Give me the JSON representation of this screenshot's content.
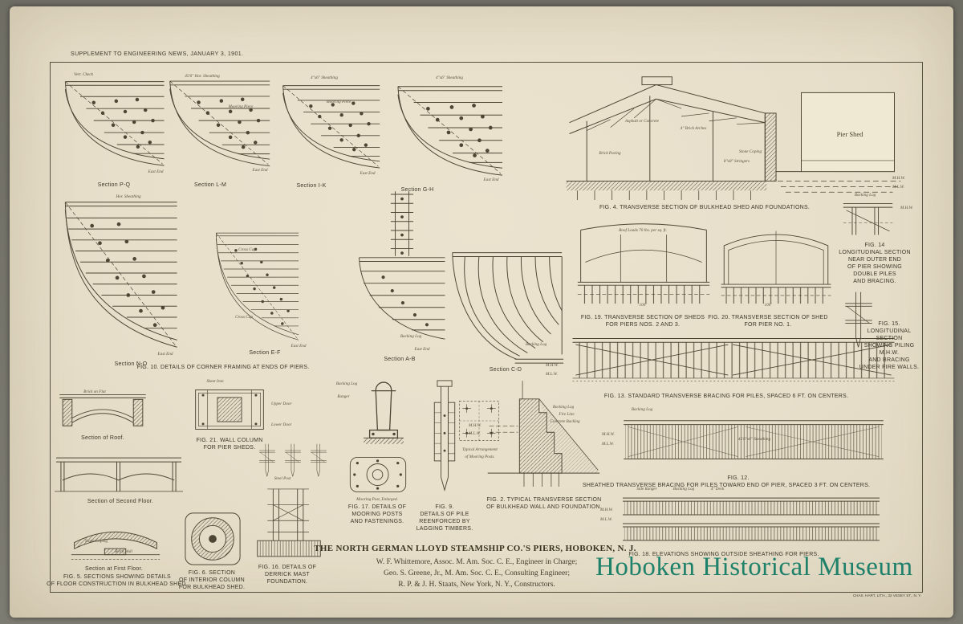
{
  "masthead": {
    "supplement": "SUPPLEMENT TO ENGINEERING NEWS, JANUARY 3, 1901."
  },
  "fig10": {
    "caption": "FIG. 10. DETAILS OF CORNER FRAMING AT ENDS OF PIERS.",
    "sections": [
      {
        "label": "Section P-Q",
        "note": "Vert. Check",
        "end": "East End"
      },
      {
        "label": "Section L-M",
        "note": "45'6\" Hor. Sheathing",
        "note2": "Mooring Piece",
        "end": "East End"
      },
      {
        "label": "Section I-K",
        "note": "4\"x6\" Sheathing",
        "note2": "Mooring Piece",
        "end": "East End"
      },
      {
        "label": "Section G-H",
        "note": "4\"x6\" Sheathing",
        "end": "East End"
      },
      {
        "label": "Section N-O",
        "note": "Hor. Sheathing",
        "end": "East End"
      },
      {
        "label": "Section E-F",
        "note": "Cross Cap",
        "end": "East End"
      },
      {
        "label": "Section A-B",
        "note": "Backing Log",
        "end": "East End"
      },
      {
        "label": "Section C-D",
        "note": "Backing Log"
      }
    ]
  },
  "fig4": {
    "caption": "FIG. 4. TRANSVERSE SECTION OF BULKHEAD SHED AND FOUNDATIONS.",
    "labels": {
      "pier_shed": "Pier Shed",
      "asphalt": "Asphalt or Concrete",
      "brick_arches": "4\" Brick Arches",
      "brick_paving": "Brick Paving",
      "stone_coping": "Stone Coping",
      "stringers": "8\"x8\" Stringers",
      "mhw": "M.H.W.",
      "mlw": "M.L.W."
    }
  },
  "fig19": {
    "line1": "FIG. 19. TRANSVERSE SECTION OF SHEDS",
    "line2": "FOR PIERS NOS. 2 AND 3.",
    "roof_note": "Roof Loads 70 lbs. per sq. ft.",
    "dim": "100'"
  },
  "fig20": {
    "line1": "FIG. 20. TRANSVERSE SECTION OF SHED",
    "line2": "FOR PIER NO. 1.",
    "dim": "100'"
  },
  "fig14": {
    "lines": [
      "FIG. 14",
      "LONGITUDINAL SECTION",
      "NEAR OUTER END",
      "OF PIER SHOWING",
      "DOUBLE PILES",
      "AND BRACING."
    ],
    "backing": "Backing Log",
    "mhw": "M.H.W."
  },
  "fig15": {
    "lines": [
      "FIG. 15.",
      "LONGITUDINAL",
      "SECTION",
      "SHOWING PILING",
      "M.H.W.",
      "AND BRACING",
      "UNDER FIRE WALLS."
    ]
  },
  "fig13": {
    "caption": "FIG. 13. STANDARD TRANSVERSE BRACING FOR PILES, SPACED 6 FT. ON CENTERS.",
    "mhw": "M.H.W.",
    "mlw": "M.L.W."
  },
  "fig12": {
    "fig_no": "FIG. 12.",
    "caption": "SHEATHED TRANSVERSE BRACING FOR PILES TOWARD END OF PIER, SPACED 3 FT. ON CENTERS.",
    "sheathing": "45'6\"x6\" Sheathing",
    "backing": "Backing Log",
    "mhw": "M.H.W.",
    "mlw": "M.L.W."
  },
  "fig18": {
    "caption": "FIG. 18. ELEVATIONS SHOWING OUTSIDE SHEATHING FOR PIERS.",
    "side_ranger": "Side Ranger",
    "backing": "Backing Log",
    "deck": "4\" Deck",
    "mhw": "M.H.W.",
    "mlw": "M.L.W."
  },
  "fig5": {
    "line1": "FIG. 5. SECTIONS SHOWING DETAILS",
    "line2": "OF FLOOR CONSTRUCTION IN BULKHEAD SHED.",
    "roof": "Section of Roof.",
    "second": "Section of Second Floor.",
    "first": "Section at First Floor.",
    "brick_flat": "Brick on Flat",
    "stone_coping": "Stone Coping",
    "brick_wall": "Brick Wall"
  },
  "fig21": {
    "line1": "FIG. 21. WALL COLUMN",
    "line2": "FOR PIER SHEDS.",
    "sheet_iron": "Sheet Iron",
    "upper": "Upper Door",
    "lower": "Lower Door"
  },
  "fig6": {
    "lines": [
      "FIG. 6. SECTION",
      "OF INTERIOR COLUMN",
      "FOR BULKHEAD SHED."
    ]
  },
  "fig16": {
    "lines": [
      "FIG. 16. DETAILS OF",
      "DERRICK MAST",
      "FOUNDATION."
    ],
    "steel_post": "Steel Post"
  },
  "fig17": {
    "lines": [
      "FIG. 17. DETAILS OF",
      "MOORING POSTS",
      "AND FASTENINGS."
    ],
    "arr1": "Typical Arrangement",
    "arr2": "of Mooring Posts.",
    "enlarged": "Mooring Post, Enlarged.",
    "backing": "Backing Log",
    "ranger": "Ranger"
  },
  "fig9": {
    "lines": [
      "FIG. 9.",
      "DETAILS OF PILE",
      "REENFORCED BY",
      "LAGGING TIMBERS."
    ]
  },
  "fig2": {
    "line1": "FIG. 2. TYPICAL TRANSVERSE SECTION",
    "line2": "OF BULKHEAD WALL AND FOUNDATION.",
    "mhw": "M.H.W.",
    "mlw": "M.L.W.",
    "backing": "Backing Log",
    "fire_line": "Fire Line",
    "concrete": "Concrete Backing"
  },
  "titleblock": {
    "title": "THE NORTH GERMAN LLOYD STEAMSHIP CO.'S PIERS, HOBOKEN, N. J.",
    "credits": [
      "W. F. Whittemore, Assoc. M. Am. Soc. C. E., Engineer in Charge;",
      "Geo. S. Greene, Jr., M. Am. Soc. C. E., Consulting Engineer;",
      "R. P. & J. H. Staats, New York, N. Y., Constructors."
    ]
  },
  "watermark": "Hoboken Historical Museum",
  "printer": "CHAS. HART, LITH., 32 VESEY ST., N. Y."
}
